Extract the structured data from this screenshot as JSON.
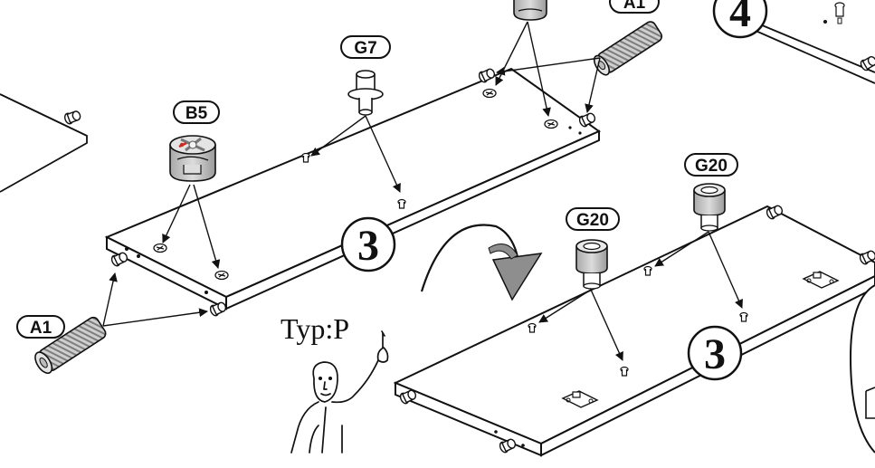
{
  "labels": {
    "g7": "G7",
    "b5": "B5",
    "a1_bottom": "A1",
    "a1_top": "A1",
    "g20_left": "G20",
    "g20_right": "G20"
  },
  "steps": {
    "left_panel": "3",
    "right_panel": "3",
    "corner": "4"
  },
  "note": "Typ:P",
  "colors": {
    "line": "#111111",
    "part_gray": "#c8c8c8",
    "part_dark": "#8a8a8a",
    "label_fill": "#ffffff",
    "accent_red": "#cc2a1e"
  }
}
